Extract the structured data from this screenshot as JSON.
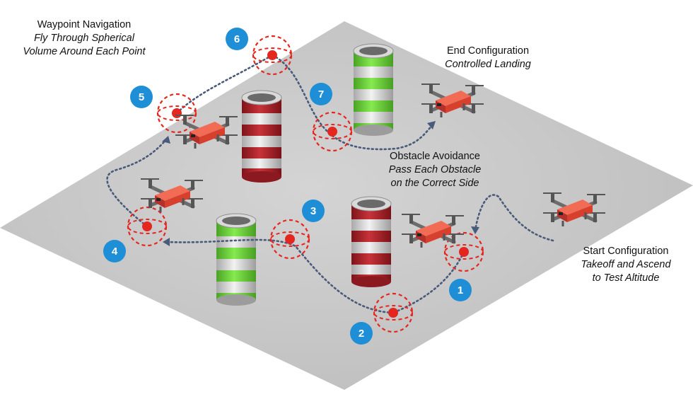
{
  "labels": {
    "waypoint_nav": {
      "title": "Waypoint Navigation",
      "line1": "Fly Through Spherical",
      "line2": "Volume Around Each Point"
    },
    "end_config": {
      "title": "End Configuration",
      "line1": "Controlled Landing"
    },
    "obstacle": {
      "title": "Obstacle Avoidance",
      "line1": "Pass Each Obstacle",
      "line2": "on the Correct Side"
    },
    "start_config": {
      "title": "Start Configuration",
      "line1": "Takeoff and Ascend",
      "line2": "to Test Altitude"
    }
  },
  "waypoints": [
    "1",
    "2",
    "3",
    "4",
    "5",
    "6",
    "7"
  ],
  "colors": {
    "ground": "#c9c9c9",
    "badge": "#1e8fd6",
    "waypoint": "#e5261f",
    "obstacle_red": "#b3242a",
    "obstacle_green": "#6fd23c",
    "drone": "#f0553f",
    "path": "#4a5a7a"
  },
  "icons": [
    "drone-icon",
    "obstacle-red-icon",
    "obstacle-green-icon",
    "waypoint-sphere-icon"
  ]
}
